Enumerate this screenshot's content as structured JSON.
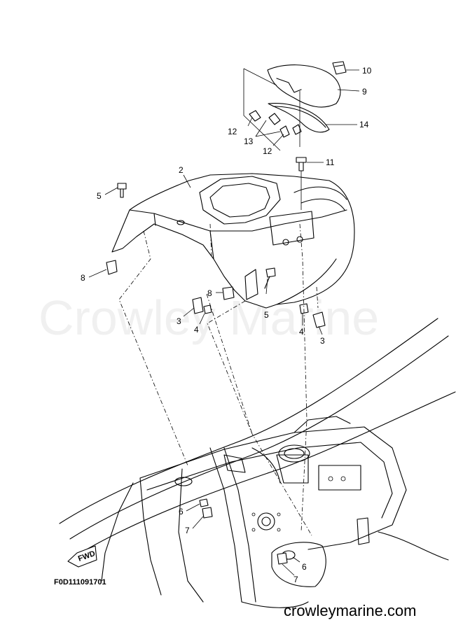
{
  "watermark": "Crowley Marine",
  "figure_code": "F0D111091701",
  "website": "crowleymarine.com",
  "fwd_label": "FWD",
  "callouts": {
    "p10": "10",
    "p9": "9",
    "p14": "14",
    "p12a": "12",
    "p13": "13",
    "p12b": "12",
    "p11": "11",
    "p2": "2",
    "p5a": "5",
    "p8a": "8",
    "p8b": "8",
    "p5b": "5",
    "p3a": "3",
    "p4a": "4",
    "p4b": "4",
    "p3b": "3",
    "p6a": "6",
    "p7a": "7",
    "p6b": "6",
    "p7b": "7"
  }
}
